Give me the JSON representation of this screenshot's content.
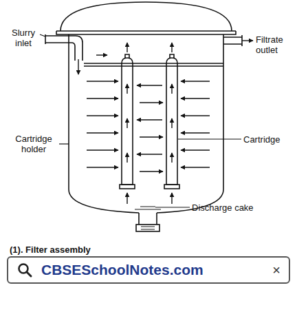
{
  "diagram": {
    "caption": "(1). Filter assembly",
    "nodes": [
      {
        "text": [
          "CBSESchoolNotes.com",
          "×"
        ]
      }
    ],
    "labels": [
      "Slurry inlet",
      "Filtrate outlet",
      "Cartridge holder",
      "Cartridge",
      "Discharge cake"
    ]
  }
}
